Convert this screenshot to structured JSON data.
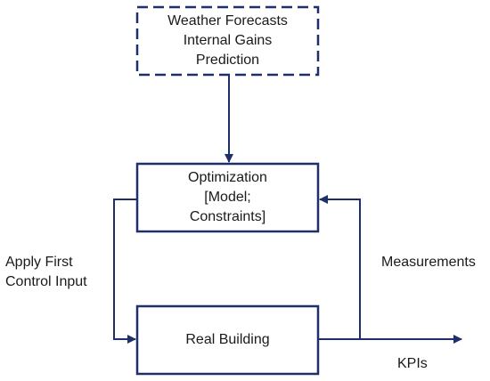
{
  "nodes": {
    "forecast": {
      "lines": [
        "Weather Forecasts",
        "Internal Gains",
        "Prediction"
      ],
      "style": "dashed"
    },
    "optimization": {
      "lines": [
        "Optimization",
        "[Model;",
        "Constraints]"
      ],
      "style": "solid"
    },
    "building": {
      "lines": [
        "Real Building"
      ],
      "style": "solid"
    }
  },
  "labels": {
    "apply": [
      "Apply First",
      "Control Input"
    ],
    "measurements": "Measurements",
    "kpis": "KPIs"
  },
  "colors": {
    "stroke": "#1f2f6b",
    "text": "#1a1a1a"
  }
}
